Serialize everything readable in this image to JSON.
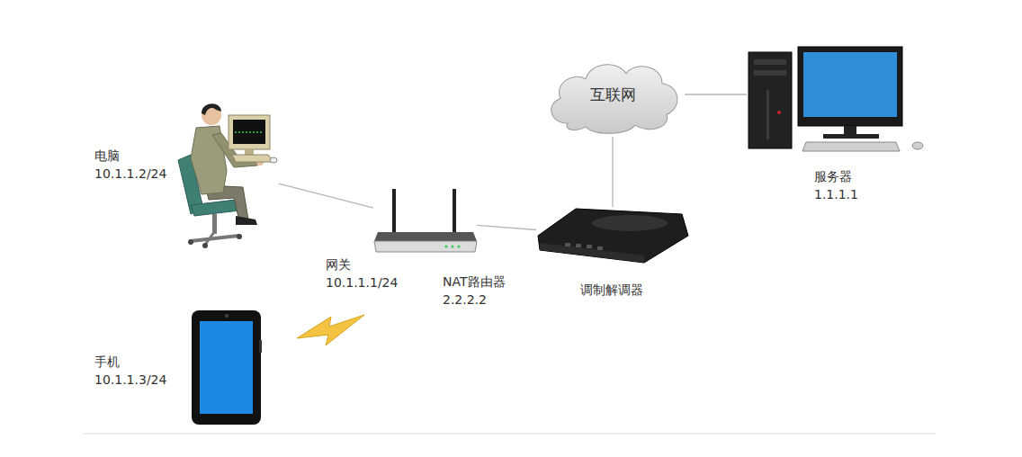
{
  "diagram": {
    "nodes": [
      {
        "text": [
          "电脑 10.1.1.2/24"
        ]
      },
      {
        "text": [
          "网关 10.1.1.1/24",
          "NAT路由器 2.2.2.2"
        ]
      },
      {
        "text": [
          "调制解调器"
        ]
      },
      {
        "text": [
          "互联网"
        ]
      },
      {
        "text": [
          "服务器 1.1.1.1"
        ]
      },
      {
        "text": [
          "手机 10.1.1.3/24"
        ]
      }
    ],
    "edges": [
      {
        "from": 0,
        "to": 1,
        "arrow": "none"
      },
      {
        "from": 1,
        "to": 2,
        "arrow": "none"
      },
      {
        "from": 2,
        "to": 3,
        "arrow": "none"
      },
      {
        "from": 3,
        "to": 4,
        "arrow": "none"
      }
    ]
  }
}
